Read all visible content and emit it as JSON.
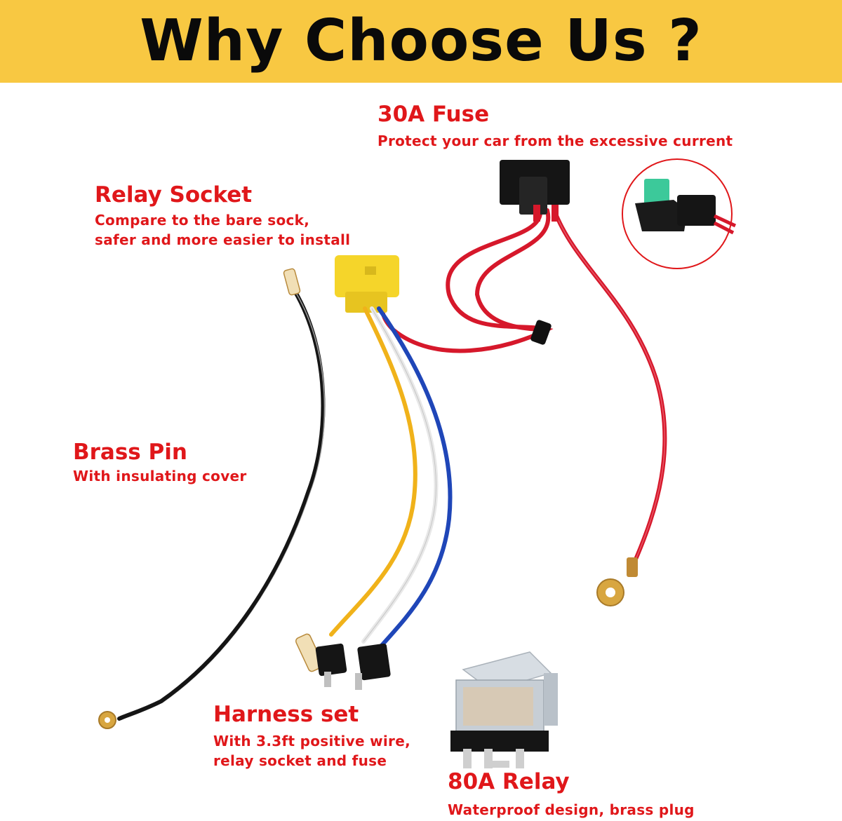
{
  "banner": {
    "title": "Why Choose Us ?"
  },
  "callouts": {
    "fuse": {
      "title": "30A Fuse",
      "desc": "Protect your car from the excessive current"
    },
    "relay_socket": {
      "title": "Relay Socket",
      "desc_line1": "Compare to the bare sock,",
      "desc_line2": "safer and more easier to install"
    },
    "brass_pin": {
      "title": "Brass Pin",
      "desc": "With insulating cover"
    },
    "harness": {
      "title": "Harness set",
      "desc_line1": "With 3.3ft positive wire,",
      "desc_line2": "relay socket and fuse"
    },
    "relay": {
      "title": "80A Relay",
      "desc": "Waterproof design, brass plug"
    }
  },
  "colors": {
    "banner": "#f8c842",
    "callout_text": "#e0171a",
    "wire_red": "#d6182b",
    "wire_black": "#151515",
    "wire_blue": "#1f46b8",
    "wire_yellow": "#f0b21a",
    "socket_yellow": "#f5d52a",
    "brass": "#d8a640",
    "fuse_green": "#3cc99a"
  }
}
